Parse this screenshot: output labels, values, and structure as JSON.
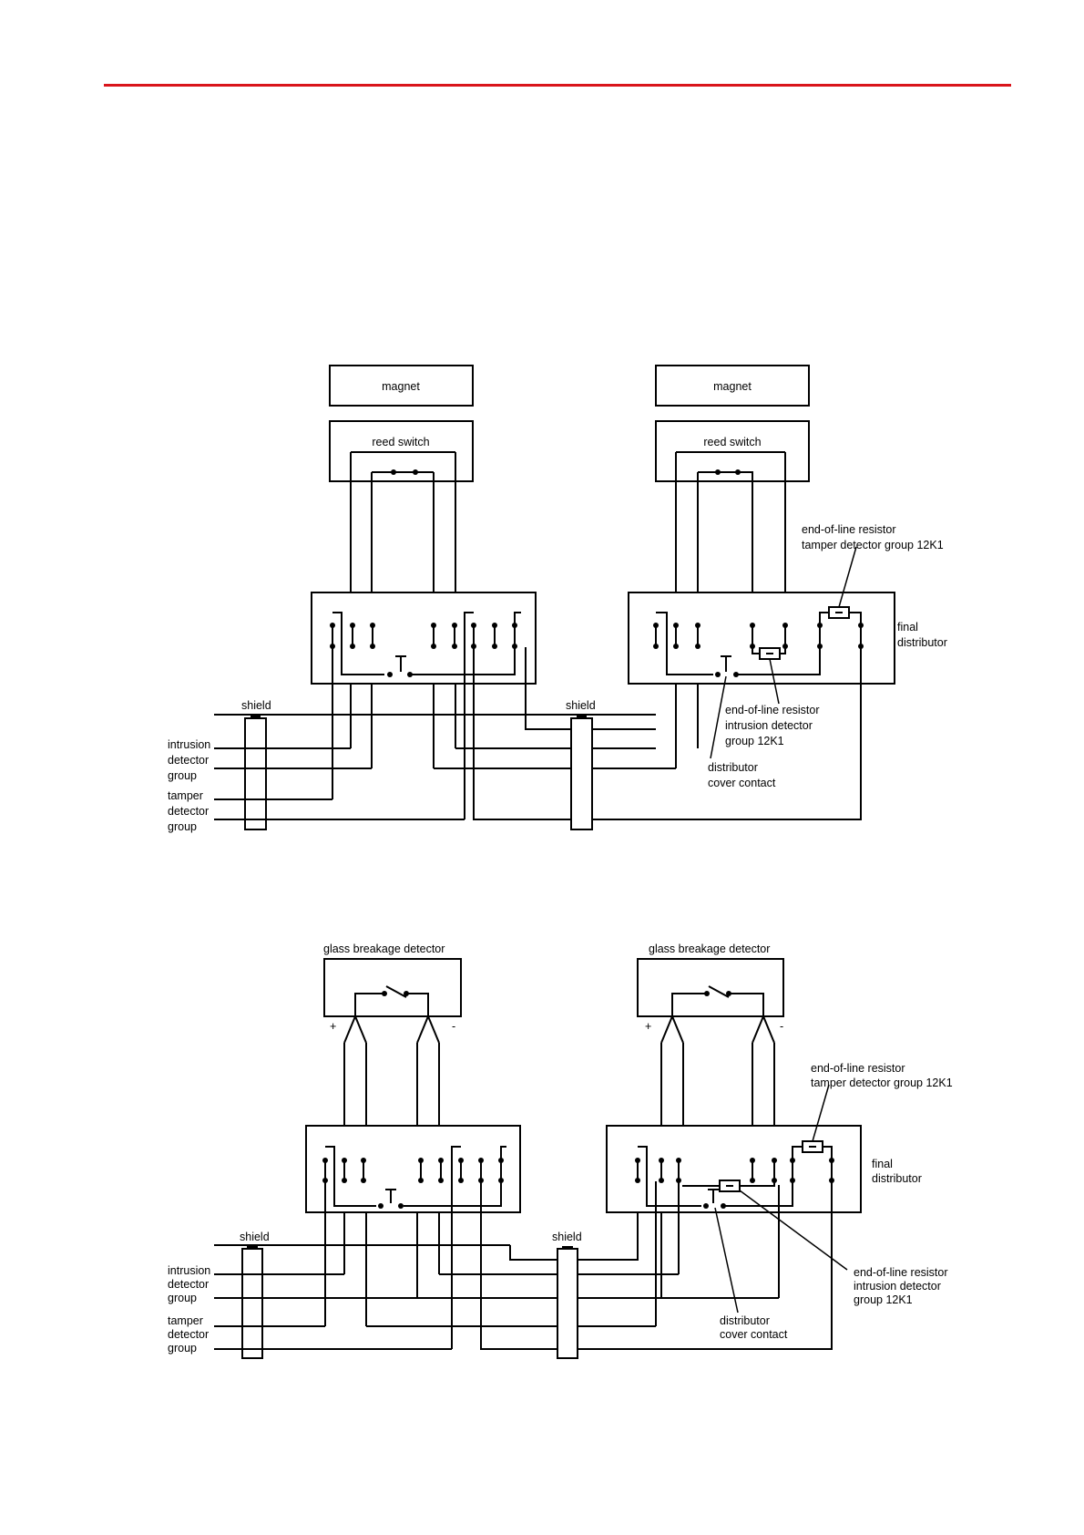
{
  "colors": {
    "header_rule": "#d9141b",
    "line": "#000000"
  },
  "diagram1": {
    "left": {
      "magnet": "magnet",
      "reed_switch": "reed switch",
      "shield": "shield"
    },
    "right": {
      "magnet": "magnet",
      "reed_switch": "reed switch",
      "shield": "shield"
    },
    "eol_tamper": [
      "end-of-line resistor",
      "tamper detector group 12K1"
    ],
    "final_distributor": [
      "final",
      "distributor"
    ],
    "eol_intrusion": [
      "end-of-line resistor",
      "intrusion detector",
      "group 12K1"
    ],
    "cover_contact": [
      "distributor",
      "cover contact"
    ],
    "intrusion_group": [
      "intrusion",
      "detector",
      "group"
    ],
    "tamper_group": [
      "tamper",
      "detector",
      "group"
    ]
  },
  "diagram2": {
    "left": {
      "detector": "glass breakage detector",
      "shield": "shield",
      "plus": "+",
      "minus": "-"
    },
    "right": {
      "detector": "glass breakage detector",
      "shield": "shield",
      "plus": "+",
      "minus": "-"
    },
    "eol_tamper": [
      "end-of-line resistor",
      "tamper detector group 12K1"
    ],
    "final_distributor": [
      "final",
      "distributor"
    ],
    "eol_intrusion": [
      "end-of-line resistor",
      "intrusion detector",
      "group 12K1"
    ],
    "cover_contact": [
      "distributor",
      "cover contact"
    ],
    "intrusion_group": [
      "intrusion",
      "detector",
      "group"
    ],
    "tamper_group": [
      "tamper",
      "detector",
      "group"
    ]
  }
}
